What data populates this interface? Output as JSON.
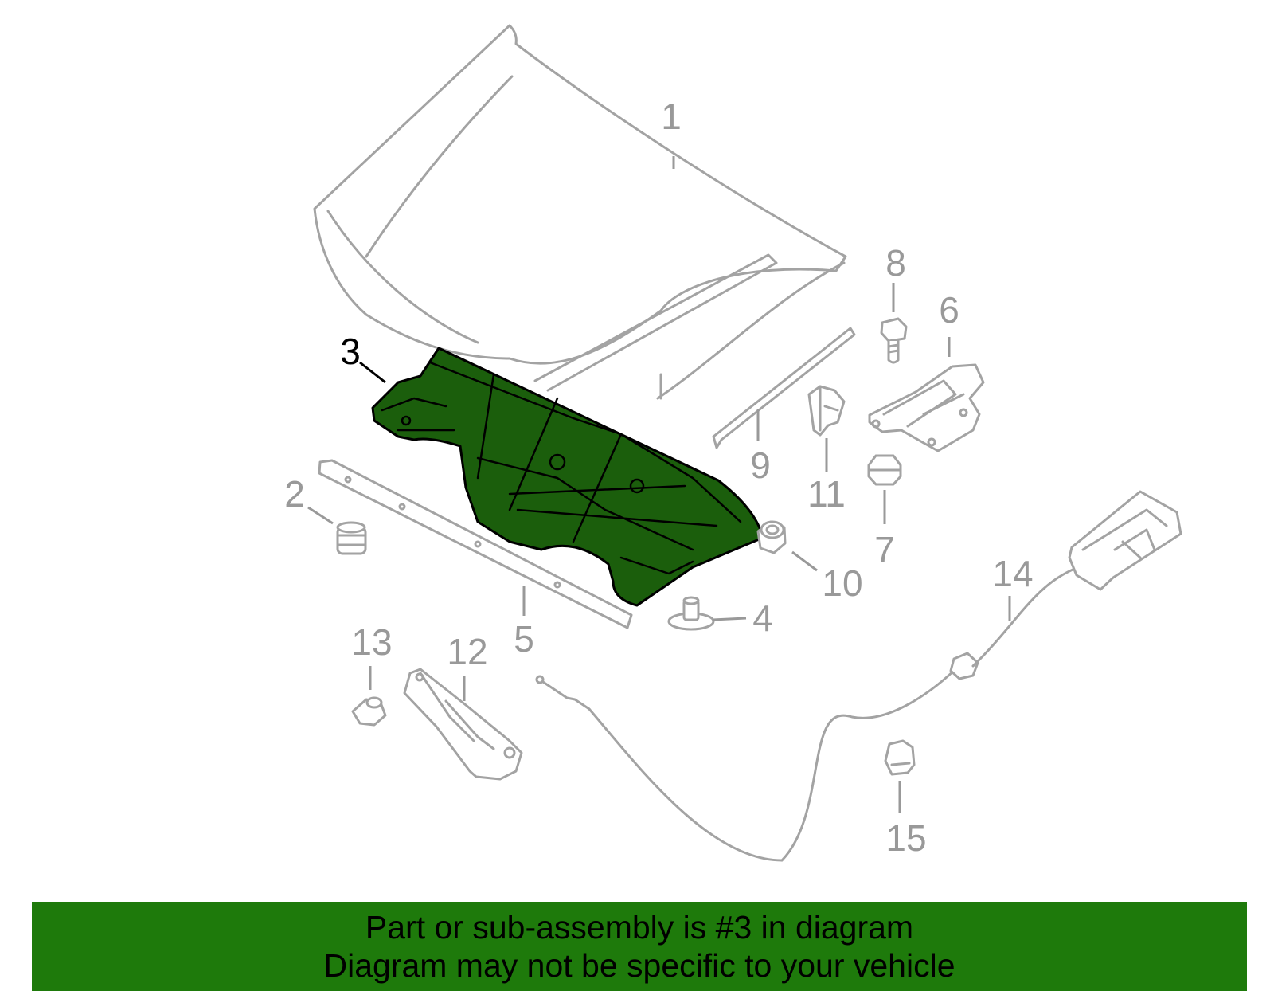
{
  "diagram": {
    "highlighted_part": "3",
    "highlight_color": "#1b5e0c",
    "part_color": "#a3a3a3",
    "callouts": [
      {
        "id": "1",
        "label": "1"
      },
      {
        "id": "2",
        "label": "2"
      },
      {
        "id": "3",
        "label": "3"
      },
      {
        "id": "4",
        "label": "4"
      },
      {
        "id": "5",
        "label": "5"
      },
      {
        "id": "6",
        "label": "6"
      },
      {
        "id": "7",
        "label": "7"
      },
      {
        "id": "8",
        "label": "8"
      },
      {
        "id": "9",
        "label": "9"
      },
      {
        "id": "10",
        "label": "10"
      },
      {
        "id": "11",
        "label": "11"
      },
      {
        "id": "12",
        "label": "12"
      },
      {
        "id": "13",
        "label": "13"
      },
      {
        "id": "14",
        "label": "14"
      },
      {
        "id": "15",
        "label": "15"
      }
    ]
  },
  "banner": {
    "background_color": "#1e7a0b",
    "line1": "Part or sub-assembly is #3 in diagram",
    "line2": "Diagram may not be specific to your vehicle"
  }
}
